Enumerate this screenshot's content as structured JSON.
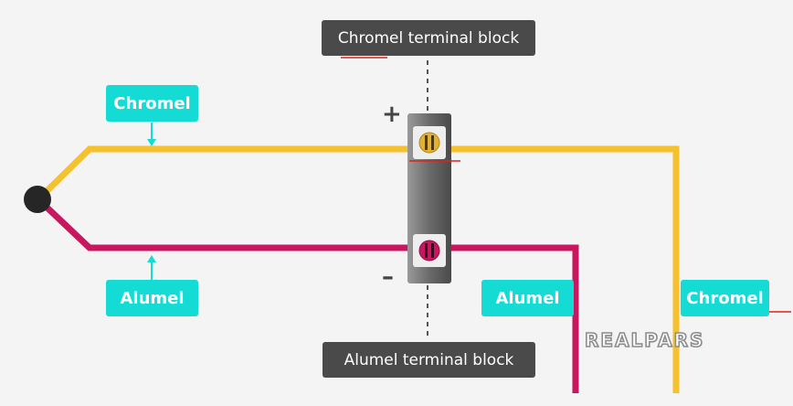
{
  "labels": {
    "top_block": "Chromel terminal block",
    "bottom_block": "Alumel terminal block",
    "chromel_left": "Chromel",
    "alumel_left": "Alumel",
    "alumel_right": "Alumel",
    "chromel_right": "Chromel"
  },
  "terminal_signs": {
    "positive": "+",
    "negative": "–"
  },
  "watermark": "REALPARS",
  "colors": {
    "chromel_wire": "#f5c12e",
    "alumel_wire": "#c8175e",
    "label_cyan": "#14dcd5",
    "label_dark": "#4a4a4a",
    "underline_red": "#e0201c",
    "junction": "#262626"
  }
}
